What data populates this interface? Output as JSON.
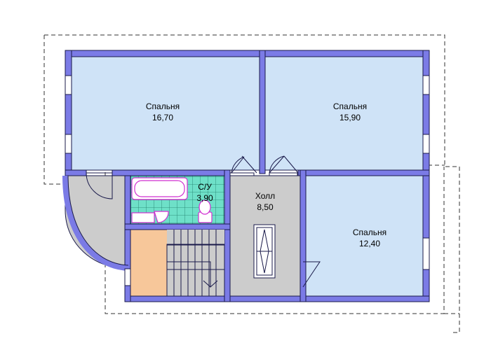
{
  "rooms": {
    "bedroom_1": {
      "name": "Спальня",
      "area": "16,70"
    },
    "bedroom_2": {
      "name": "Спальня",
      "area": "15,90"
    },
    "bedroom_3": {
      "name": "Спальня",
      "area": "12,40"
    },
    "hall": {
      "name": "Холл",
      "area": "8,50"
    },
    "bathroom": {
      "name": "С/У",
      "area": "3,90"
    }
  },
  "colors": {
    "wall": "#7b7be6",
    "wall_outline": "#1a1a4a",
    "bedroom_fill": "#cfe3f7",
    "hall_fill": "#cccccc",
    "bathroom_fill": "#6ee0c8",
    "stair_fill": "#f7c79a",
    "fixture_outline": "#d12fd1",
    "dashed_line": "#333333"
  }
}
